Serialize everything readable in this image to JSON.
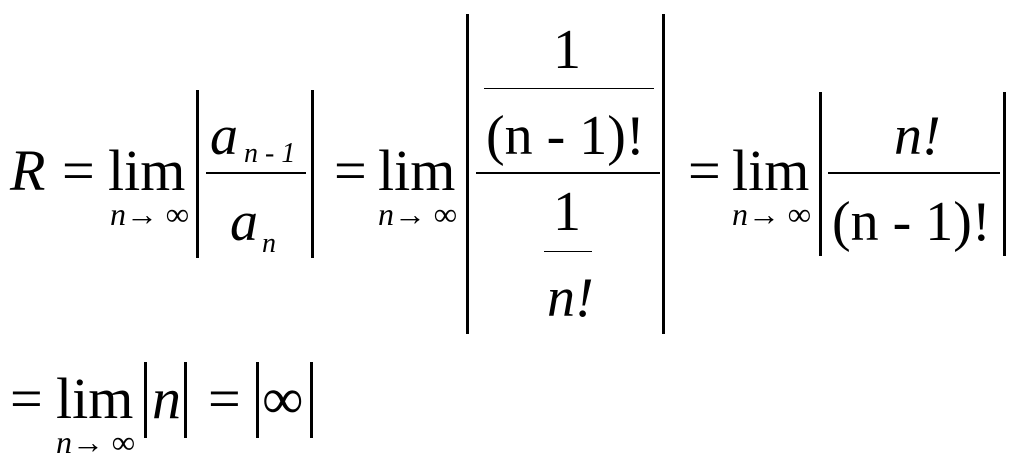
{
  "equation": {
    "lhs_var": "R",
    "eq": "=",
    "lim": "lim",
    "lim_sub": "n→ ∞",
    "term1": {
      "num_base": "a",
      "num_sub": "n - 1",
      "den_base": "a",
      "den_sub": "n"
    },
    "term2": {
      "top_num": "1",
      "top_den": "(n - 1)!",
      "bot_num": "1",
      "bot_den": "n!"
    },
    "term3": {
      "num": "n!",
      "den": "(n - 1)!"
    },
    "line2": {
      "abs_var": "n",
      "result": "∞"
    }
  }
}
